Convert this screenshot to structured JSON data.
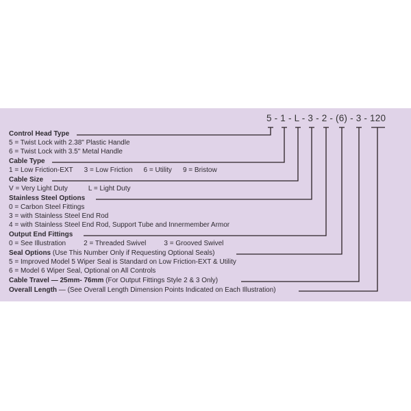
{
  "part_number": "5 - 1 - L - 3 - 2 - (6) - 3 - 120",
  "sections": [
    {
      "title": "Control Head Type",
      "note": "",
      "options": [
        "5 = Twist Lock with 2.38\" Plastic Handle",
        "6 = Twist Lock with 3.5\" Metal Handle"
      ]
    },
    {
      "title": "Cable Type",
      "note": "",
      "options": [
        "1 = Low Friction-EXT",
        "3 = Low Friction",
        "6 = Utility",
        "9 = Bristow"
      ]
    },
    {
      "title": "Cable Size",
      "note": "",
      "options": [
        "V = Very Light Duty",
        "L = Light Duty"
      ]
    },
    {
      "title": "Stainless Steel Options",
      "note": "",
      "options": [
        "0 = Carbon Steel Fittings",
        "3 = with Stainless Steel End Rod",
        "4 = with Stainless Steel End Rod, Support Tube and Innermember Armor"
      ]
    },
    {
      "title": "Output End Fittings",
      "note": "",
      "options": [
        "0 = See Illustration",
        "2 = Threaded Swivel",
        "3 = Grooved Swivel"
      ]
    },
    {
      "title": "Seal Options",
      "note": " (Use This Number Only if Requesting Optional Seals)",
      "options": [
        "5 = Improved Model 5 Wiper Seal is Standard on Low Friction-EXT & Utility",
        "6 = Model 6 Wiper Seal, Optional on All Controls"
      ]
    },
    {
      "title": "Cable Travel — 25mm- 76mm",
      "note": " (For Output Fittings Style 2 & 3 Only)",
      "options": []
    },
    {
      "title": "Overall Length",
      "note": " — (See Overall Length Dimension Points Indicated on Each Illustration)",
      "options": []
    }
  ]
}
